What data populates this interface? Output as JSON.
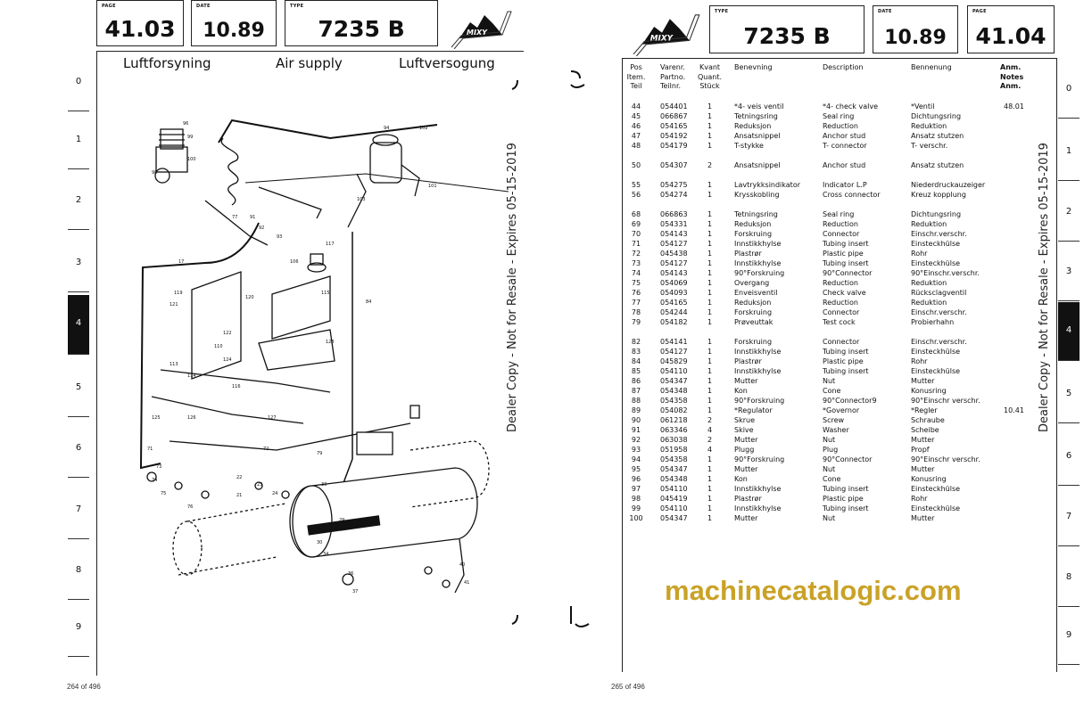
{
  "left_page": {
    "header": {
      "page_label": "PAGE",
      "page": "41.03",
      "date_label": "DATE",
      "date": "10.89",
      "type_label": "TYPE",
      "type": "7235 B",
      "logo_text": "MIXY"
    },
    "title": {
      "no": "Luftforsyning",
      "en": "Air supply",
      "de": "Luftversogung"
    },
    "tabs": [
      "0",
      "1",
      "2",
      "3",
      "4",
      "5",
      "6",
      "7",
      "8",
      "9"
    ],
    "active_tab": "4",
    "callouts": [
      "96",
      "99",
      "100",
      "98",
      "77",
      "91",
      "92",
      "93",
      "94",
      "102",
      "101",
      "103",
      "84",
      "17",
      "106",
      "117",
      "115",
      "119",
      "121",
      "120",
      "123",
      "122",
      "124",
      "113",
      "114",
      "125",
      "126",
      "127",
      "116",
      "110",
      "72",
      "73",
      "71",
      "79",
      "74",
      "75",
      "76",
      "29",
      "22",
      "23",
      "21",
      "24",
      "33",
      "30",
      "34",
      "40",
      "41",
      "36",
      "37"
    ],
    "footer": "264 of 496"
  },
  "right_page": {
    "header": {
      "logo_text": "MIXY",
      "type_label": "TYPE",
      "type": "7235 B",
      "date_label": "DATE",
      "date": "10.89",
      "page_label": "PAGE",
      "page": "41.04"
    },
    "columns": {
      "pos": "Pos\nItem.\nTeil",
      "partno": "Varenr.\nPartno.\nTeilnr.",
      "qty": "Kvant\nQuant.\nStück",
      "no": "Benevning",
      "en": "Description",
      "de": "Bennenung",
      "notes": "Anm.\nNotes\nAnm."
    },
    "rows": [
      {
        "pos": "44",
        "part": "054401",
        "qty": "1",
        "no": "*4- veis ventil",
        "en": "*4- check valve",
        "de": "*Ventil",
        "note": "48.01"
      },
      {
        "pos": "45",
        "part": "066867",
        "qty": "1",
        "no": "Tetningsring",
        "en": "Seal ring",
        "de": "Dichtungsring",
        "note": ""
      },
      {
        "pos": "46",
        "part": "054165",
        "qty": "1",
        "no": "Reduksjon",
        "en": "Reduction",
        "de": "Reduktion",
        "note": ""
      },
      {
        "pos": "47",
        "part": "054192",
        "qty": "1",
        "no": "Ansatsnippel",
        "en": "Anchor stud",
        "de": "Ansatz stutzen",
        "note": ""
      },
      {
        "pos": "48",
        "part": "054179",
        "qty": "1",
        "no": "T-stykke",
        "en": "T- connector",
        "de": "T- verschr.",
        "note": ""
      },
      {
        "gap": true
      },
      {
        "pos": "50",
        "part": "054307",
        "qty": "2",
        "no": "Ansatsnippel",
        "en": "Anchor stud",
        "de": "Ansatz stutzen",
        "note": ""
      },
      {
        "gap": true
      },
      {
        "pos": "55",
        "part": "054275",
        "qty": "1",
        "no": "Lavtrykksindikator",
        "en": "Indicator L.P",
        "de": "Niederdruckauzeiger",
        "note": ""
      },
      {
        "pos": "56",
        "part": "054274",
        "qty": "1",
        "no": "Krysskobling",
        "en": "Cross connector",
        "de": "Kreuz kopplung",
        "note": ""
      },
      {
        "gap": true
      },
      {
        "pos": "68",
        "part": "066863",
        "qty": "1",
        "no": "Tetningsring",
        "en": "Seal ring",
        "de": "Dichtungsring",
        "note": ""
      },
      {
        "pos": "69",
        "part": "054331",
        "qty": "1",
        "no": "Reduksjon",
        "en": "Reduction",
        "de": "Reduktion",
        "note": ""
      },
      {
        "pos": "70",
        "part": "054143",
        "qty": "1",
        "no": "Forskruing",
        "en": "Connector",
        "de": "Einschr.verschr.",
        "note": ""
      },
      {
        "pos": "71",
        "part": "054127",
        "qty": "1",
        "no": "Innstikkhylse",
        "en": "Tubing insert",
        "de": "Einsteckhülse",
        "note": ""
      },
      {
        "pos": "72",
        "part": "045438",
        "qty": "1",
        "no": "Plastrør",
        "en": "Plastic pipe",
        "de": "Rohr",
        "note": ""
      },
      {
        "pos": "73",
        "part": "054127",
        "qty": "1",
        "no": "Innstikkhylse",
        "en": "Tubing insert",
        "de": "Einsteckhülse",
        "note": ""
      },
      {
        "pos": "74",
        "part": "054143",
        "qty": "1",
        "no": "90°Forskruing",
        "en": "90°Connector",
        "de": "90°Einschr.verschr.",
        "note": ""
      },
      {
        "pos": "75",
        "part": "054069",
        "qty": "1",
        "no": "Overgang",
        "en": "Reduction",
        "de": "Reduktion",
        "note": ""
      },
      {
        "pos": "76",
        "part": "054093",
        "qty": "1",
        "no": "Enveisventil",
        "en": "Check valve",
        "de": "Rücksclagventil",
        "note": ""
      },
      {
        "pos": "77",
        "part": "054165",
        "qty": "1",
        "no": "Reduksjon",
        "en": "Reduction",
        "de": "Reduktion",
        "note": ""
      },
      {
        "pos": "78",
        "part": "054244",
        "qty": "1",
        "no": "Forskruing",
        "en": "Connector",
        "de": "Einschr.verschr.",
        "note": ""
      },
      {
        "pos": "79",
        "part": "054182",
        "qty": "1",
        "no": "Prøveuttak",
        "en": "Test cock",
        "de": "Probierhahn",
        "note": ""
      },
      {
        "gap": true
      },
      {
        "pos": "82",
        "part": "054141",
        "qty": "1",
        "no": "Forskruing",
        "en": "Connector",
        "de": "Einschr.verschr.",
        "note": ""
      },
      {
        "pos": "83",
        "part": "054127",
        "qty": "1",
        "no": "Innstikkhylse",
        "en": "Tubing insert",
        "de": "Einsteckhülse",
        "note": ""
      },
      {
        "pos": "84",
        "part": "045829",
        "qty": "1",
        "no": "Plastrør",
        "en": "Plastic pipe",
        "de": "Rohr",
        "note": ""
      },
      {
        "pos": "85",
        "part": "054110",
        "qty": "1",
        "no": "Innstikkhylse",
        "en": "Tubing insert",
        "de": "Einsteckhülse",
        "note": ""
      },
      {
        "pos": "86",
        "part": "054347",
        "qty": "1",
        "no": "Mutter",
        "en": "Nut",
        "de": "Mutter",
        "note": ""
      },
      {
        "pos": "87",
        "part": "054348",
        "qty": "1",
        "no": "Kon",
        "en": "Cone",
        "de": "Konusring",
        "note": ""
      },
      {
        "pos": "88",
        "part": "054358",
        "qty": "1",
        "no": "90°Forskruing",
        "en": "90°Connector9",
        "de": "90°Einschr verschr.",
        "note": ""
      },
      {
        "pos": "89",
        "part": "054082",
        "qty": "1",
        "no": "*Regulator",
        "en": "*Governor",
        "de": "*Regler",
        "note": "10.41"
      },
      {
        "pos": "90",
        "part": "061218",
        "qty": "2",
        "no": "Skrue",
        "en": "Screw",
        "de": "Schraube",
        "note": ""
      },
      {
        "pos": "91",
        "part": "063346",
        "qty": "4",
        "no": "Skive",
        "en": "Washer",
        "de": "Scheibe",
        "note": ""
      },
      {
        "pos": "92",
        "part": "063038",
        "qty": "2",
        "no": "Mutter",
        "en": "Nut",
        "de": "Mutter",
        "note": ""
      },
      {
        "pos": "93",
        "part": "051958",
        "qty": "4",
        "no": "Plugg",
        "en": "Plug",
        "de": "Propf",
        "note": ""
      },
      {
        "pos": "94",
        "part": "054358",
        "qty": "1",
        "no": "90°Forskruing",
        "en": "90°Connector",
        "de": "90°Einschr verschr.",
        "note": ""
      },
      {
        "pos": "95",
        "part": "054347",
        "qty": "1",
        "no": "Mutter",
        "en": "Nut",
        "de": "Mutter",
        "note": ""
      },
      {
        "pos": "96",
        "part": "054348",
        "qty": "1",
        "no": "Kon",
        "en": "Cone",
        "de": "Konusring",
        "note": ""
      },
      {
        "pos": "97",
        "part": "054110",
        "qty": "1",
        "no": "Innstikkhylse",
        "en": "Tubing insert",
        "de": "Einsteckhülse",
        "note": ""
      },
      {
        "pos": "98",
        "part": "045419",
        "qty": "1",
        "no": "Plastrør",
        "en": "Plastic pipe",
        "de": "Rohr",
        "note": ""
      },
      {
        "pos": "99",
        "part": "054110",
        "qty": "1",
        "no": "Innstikkhylse",
        "en": "Tubing insert",
        "de": "Einsteckhülse",
        "note": ""
      },
      {
        "pos": "100",
        "part": "054347",
        "qty": "1",
        "no": "Mutter",
        "en": "Nut",
        "de": "Mutter",
        "note": ""
      }
    ],
    "tabs": [
      "0",
      "1",
      "2",
      "3",
      "4",
      "5",
      "6",
      "7",
      "8",
      "9"
    ],
    "active_tab": "4",
    "footer": "265 of 496"
  },
  "watermarks": {
    "site": "machinecatalogic.com",
    "dealer": "Dealer Copy - Not for Resale - Expires 05-15-2019",
    "site_color": "#c9a227"
  }
}
